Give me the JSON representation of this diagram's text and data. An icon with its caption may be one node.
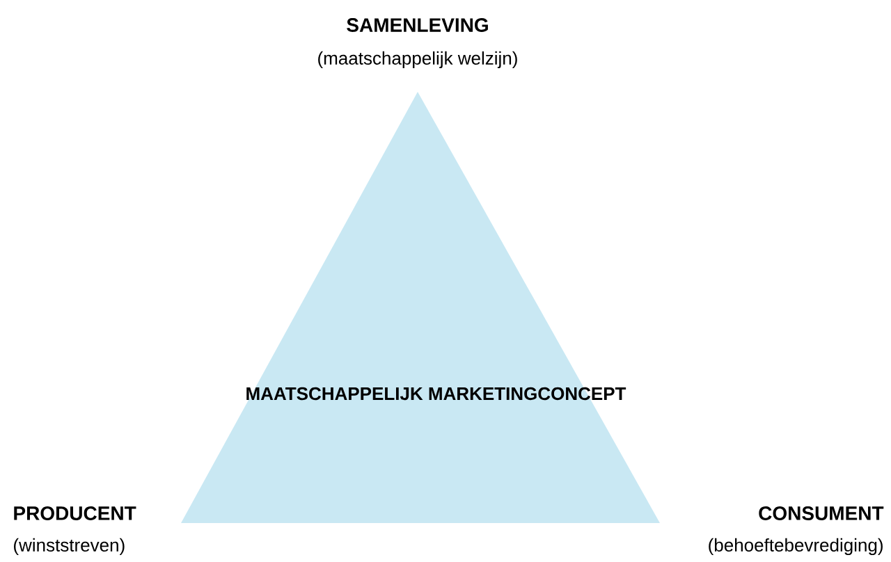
{
  "diagram": {
    "nodes": [
      {
        "text": [
          "MAATSCHAPPELIJK MARKETINGCONCEPT"
        ]
      }
    ],
    "labels": [
      "SAMENLEVING",
      "(maatschappelijk welzijn)",
      "PRODUCENT",
      "(winststreven)",
      "CONSUMENT",
      "(behoeftebevrediging)"
    ]
  }
}
